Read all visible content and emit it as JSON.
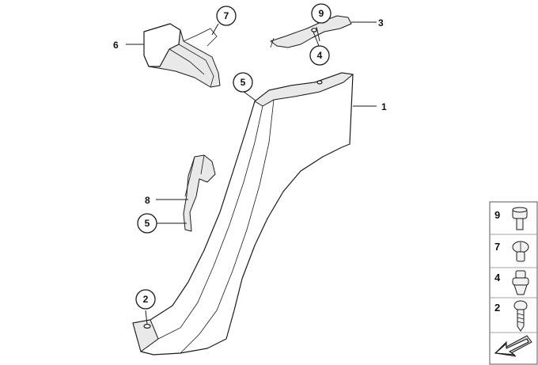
{
  "diagram": {
    "callouts": [
      {
        "id": "c1",
        "number": "1",
        "style": "plain"
      },
      {
        "id": "c2",
        "number": "2",
        "style": "circle"
      },
      {
        "id": "c3",
        "number": "3",
        "style": "plain"
      },
      {
        "id": "c4",
        "number": "4",
        "style": "circle"
      },
      {
        "id": "c5a",
        "number": "5",
        "style": "circle"
      },
      {
        "id": "c5b",
        "number": "5",
        "style": "circle"
      },
      {
        "id": "c6",
        "number": "6",
        "style": "plain"
      },
      {
        "id": "c7",
        "number": "7",
        "style": "circle"
      },
      {
        "id": "c8",
        "number": "8",
        "style": "plain"
      },
      {
        "id": "c9",
        "number": "9",
        "style": "circle"
      }
    ],
    "legend": {
      "items": [
        {
          "number": "9",
          "icon": "screw-collar-icon"
        },
        {
          "number": "7",
          "icon": "expanding-rivet-icon"
        },
        {
          "number": "4",
          "icon": "plug-clip-icon"
        },
        {
          "number": "2",
          "icon": "sheet-metal-screw-icon"
        }
      ],
      "view_arrow_icon": "direction-arrow-icon"
    },
    "colors": {
      "line": "#1a1a1a",
      "fill": "#ffffff",
      "shade": "#e9e9e9"
    }
  }
}
